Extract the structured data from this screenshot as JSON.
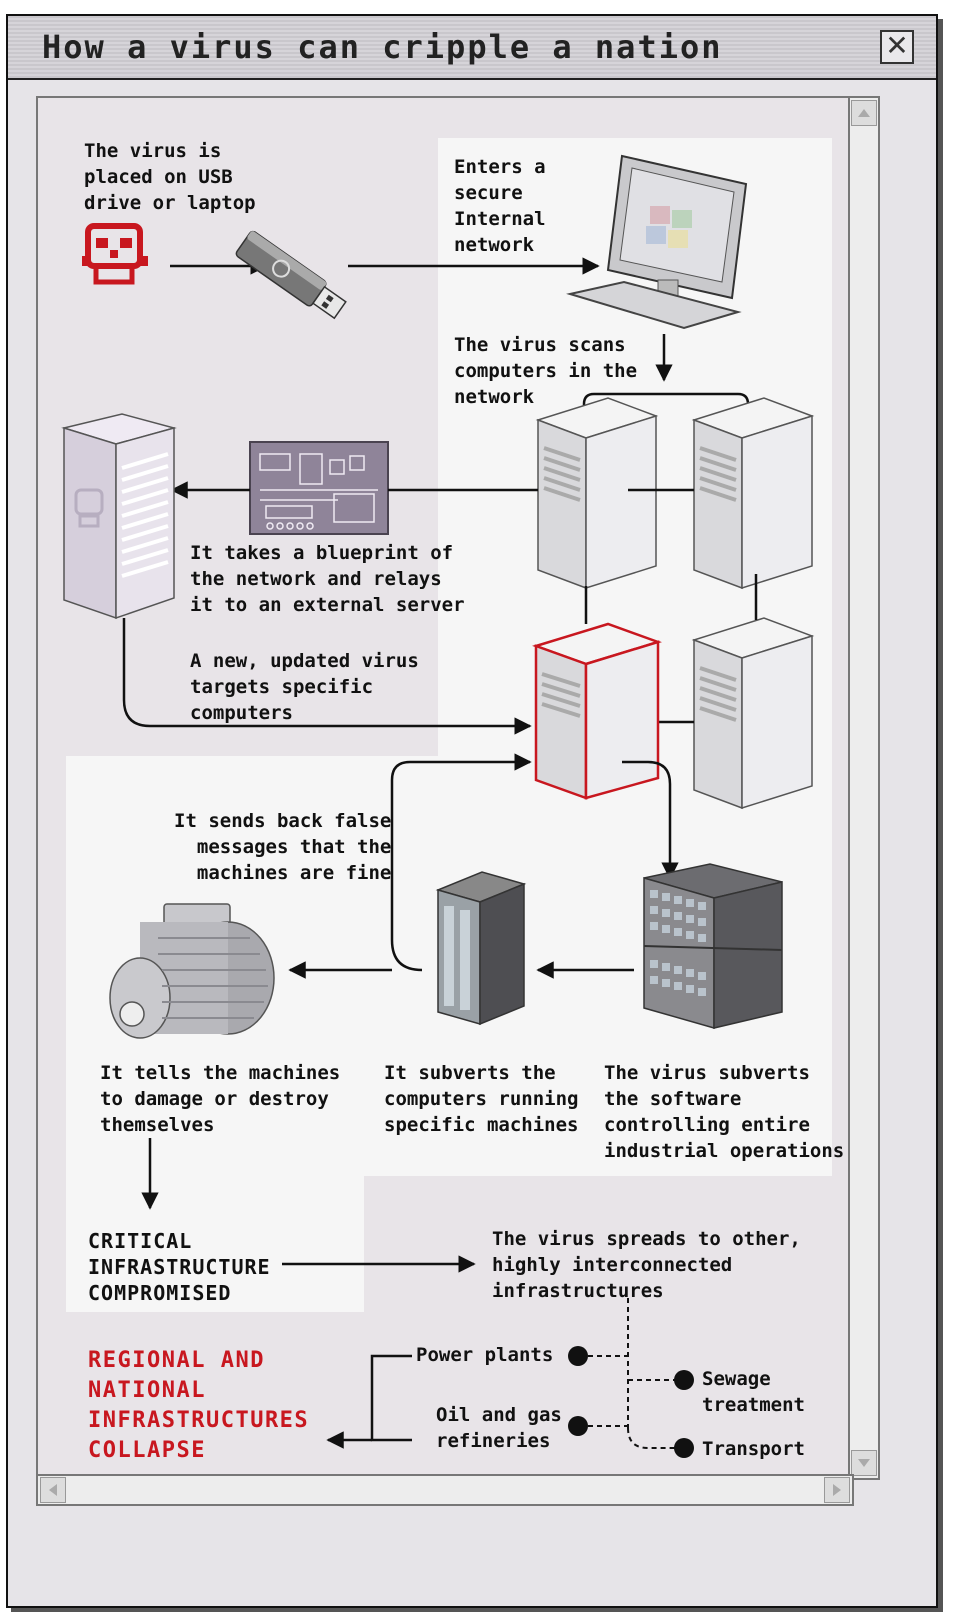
{
  "window": {
    "title": "How a virus can cripple a nation",
    "close_glyph": "✕"
  },
  "steps": {
    "usb": "The virus is\nplaced on USB\ndrive or laptop",
    "enters": "Enters a\nsecure\nInternal\nnetwork",
    "scans": "The virus scans\ncomputers in the\nnetwork",
    "blueprint": "It takes a blueprint of\nthe network and relays\nit to an external server",
    "new_virus": "A new, updated virus\ntargets specific\ncomputers",
    "false_msgs": "It sends back false\nmessages that the\nmachines are fine",
    "tells": "It tells the machines\nto damage or destroy\nthemselves",
    "subverts_computers": "It subverts the\ncomputers running\nspecific machines",
    "subverts_software": "The virus subverts\nthe software\ncontrolling entire\nindustrial operations",
    "critical": "CRITICAL\nINFRASTRUCTURE\nCOMPROMISED",
    "spreads": "The virus spreads to other,\nhighly interconnected\ninfrastructures",
    "collapse": "REGIONAL AND\nNATIONAL\nINFRASTRUCTURES\nCOLLAPSE"
  },
  "infrastructures": {
    "power": "Power plants",
    "oil": "Oil and gas\nrefineries",
    "sewage": "Sewage\ntreatment",
    "transport": "Transport"
  },
  "colors": {
    "accent_red": "#c8171f",
    "window_bg": "#e6e4e8",
    "panel_light": "#f6f6f6",
    "server_purple": "#d6cfdc"
  },
  "icons": {
    "skull": "skull-icon",
    "usb": "usb-drive-icon",
    "computer": "desktop-computer-icon",
    "blueprint": "blueprint-chip-icon",
    "external_server": "external-server-icon",
    "server": "server-icon",
    "motor": "motor-icon",
    "machine_computer": "machine-computer-icon",
    "control_system": "control-system-icon"
  }
}
